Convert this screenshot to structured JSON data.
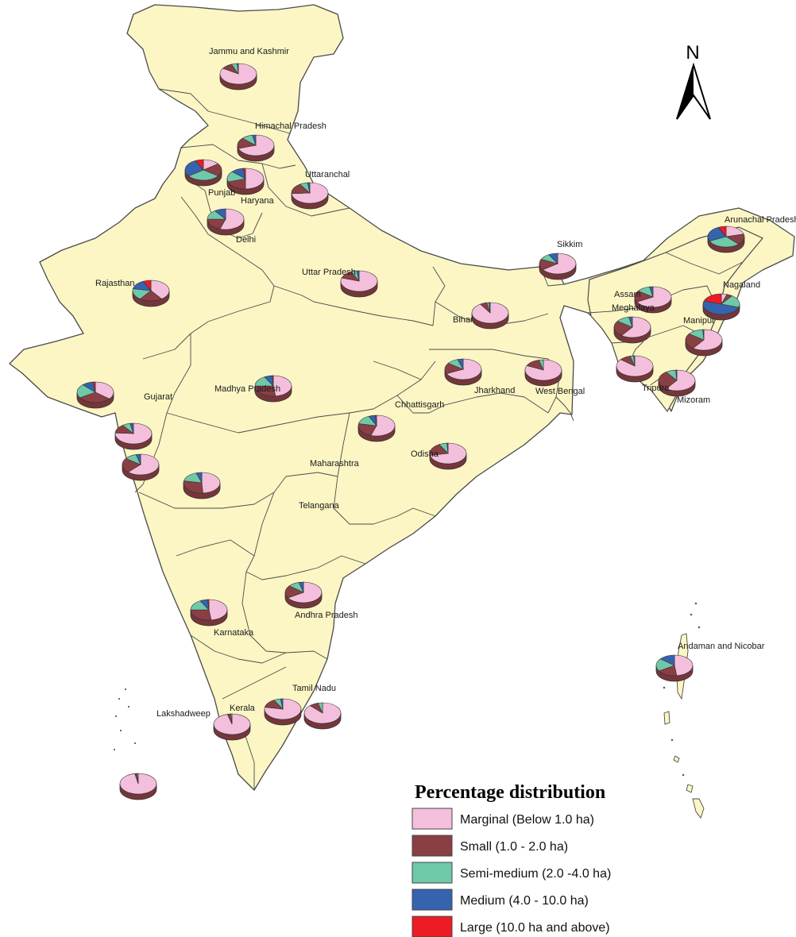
{
  "north_label": "N",
  "colors": {
    "land": "#fbf6c4",
    "border": "#4a4a4a",
    "marginal": "#f4bfdc",
    "small": "#8a3f44",
    "semi_medium": "#6fc9a9",
    "medium": "#3563ad",
    "large": "#ec1c24"
  },
  "legend": {
    "title": "Percentage distribution",
    "items": [
      {
        "key": "marginal",
        "label": "Marginal (Below 1.0 ha)",
        "color": "#f4bfdc"
      },
      {
        "key": "small",
        "label": "Small (1.0 - 2.0 ha)",
        "color": "#8a3f44"
      },
      {
        "key": "semi_medium",
        "label": "Semi-medium (2.0 -4.0 ha)",
        "color": "#6fc9a9"
      },
      {
        "key": "medium",
        "label": "Medium (4.0 - 10.0 ha)",
        "color": "#3563ad"
      },
      {
        "key": "large",
        "label": "Large (10.0 ha and above)",
        "color": "#ec1c24"
      }
    ]
  },
  "states": [
    {
      "id": "jk",
      "label": "Jammu and Kashmir",
      "shares": [
        0.84,
        0.1,
        0.05,
        0.01,
        0.0
      ]
    },
    {
      "id": "hp",
      "label": "Himachal Pradesh",
      "shares": [
        0.7,
        0.17,
        0.1,
        0.03,
        0.0
      ]
    },
    {
      "id": "pb",
      "label": "Punjab",
      "shares": [
        0.15,
        0.2,
        0.3,
        0.28,
        0.07
      ]
    },
    {
      "id": "hr",
      "label": "Haryana",
      "shares": [
        0.5,
        0.2,
        0.17,
        0.11,
        0.02
      ]
    },
    {
      "id": "uk",
      "label": "Uttaranchal",
      "shares": [
        0.74,
        0.17,
        0.07,
        0.02,
        0.0
      ]
    },
    {
      "id": "dl",
      "label": "Delhi",
      "shares": [
        0.55,
        0.2,
        0.15,
        0.1,
        0.0
      ]
    },
    {
      "id": "rj",
      "label": "Rajasthan",
      "shares": [
        0.4,
        0.2,
        0.18,
        0.15,
        0.07
      ]
    },
    {
      "id": "up",
      "label": "Uttar Pradesh",
      "shares": [
        0.8,
        0.13,
        0.05,
        0.02,
        0.0
      ]
    },
    {
      "id": "br",
      "label": "Bihar",
      "shares": [
        0.91,
        0.06,
        0.02,
        0.01,
        0.0
      ]
    },
    {
      "id": "sk",
      "label": "Sikkim",
      "shares": [
        0.65,
        0.17,
        0.1,
        0.08,
        0.0
      ]
    },
    {
      "id": "ar",
      "label": "Arunachal Pradesh",
      "shares": [
        0.21,
        0.17,
        0.3,
        0.25,
        0.07
      ]
    },
    {
      "id": "nl",
      "label": "Nagaland",
      "shares": [
        0.05,
        0.05,
        0.2,
        0.5,
        0.2
      ]
    },
    {
      "id": "as",
      "label": "Assam",
      "shares": [
        0.67,
        0.18,
        0.12,
        0.03,
        0.0
      ]
    },
    {
      "id": "ml",
      "label": "Meghalaya",
      "shares": [
        0.6,
        0.25,
        0.12,
        0.03,
        0.0
      ]
    },
    {
      "id": "mn",
      "label": "Manipur",
      "shares": [
        0.6,
        0.25,
        0.14,
        0.01,
        0.0
      ]
    },
    {
      "id": "tr",
      "label": "Tripura",
      "shares": [
        0.86,
        0.1,
        0.03,
        0.01,
        0.0
      ]
    },
    {
      "id": "mz",
      "label": "Mizoram",
      "shares": [
        0.6,
        0.3,
        0.09,
        0.01,
        0.0
      ]
    },
    {
      "id": "jh",
      "label": "Jharkhand",
      "shares": [
        0.68,
        0.17,
        0.1,
        0.05,
        0.0
      ]
    },
    {
      "id": "wb",
      "label": "West Bengal",
      "shares": [
        0.82,
        0.14,
        0.04,
        0.0,
        0.0
      ]
    },
    {
      "id": "gj",
      "label": "Gujarat",
      "shares": [
        0.36,
        0.3,
        0.22,
        0.1,
        0.02
      ]
    },
    {
      "id": "mp",
      "label": "Madhya Pradesh",
      "shares": [
        0.48,
        0.27,
        0.17,
        0.07,
        0.01
      ]
    },
    {
      "id": "cg",
      "label": "Chhattisgarh",
      "shares": [
        0.55,
        0.23,
        0.15,
        0.06,
        0.01
      ]
    },
    {
      "id": "od",
      "label": "Odisha",
      "shares": [
        0.72,
        0.2,
        0.07,
        0.01,
        0.0
      ]
    },
    {
      "id": "mh",
      "label": "Maharashtra",
      "shares": [
        0.49,
        0.29,
        0.17,
        0.05,
        0.0
      ]
    },
    {
      "id": "tg",
      "label": "Telangana",
      "shares": [
        0.62,
        0.23,
        0.11,
        0.04,
        0.0
      ]
    },
    {
      "id": "goa",
      "label": "",
      "shares": [
        0.76,
        0.14,
        0.07,
        0.03,
        0.0
      ]
    },
    {
      "id": "ka",
      "label": "Karnataka",
      "shares": [
        0.48,
        0.27,
        0.17,
        0.07,
        0.01
      ]
    },
    {
      "id": "ap",
      "label": "Andhra Pradesh",
      "shares": [
        0.66,
        0.2,
        0.1,
        0.04,
        0.0
      ]
    },
    {
      "id": "kl",
      "label": "Kerala",
      "shares": [
        0.96,
        0.03,
        0.01,
        0.0,
        0.0
      ]
    },
    {
      "id": "tn",
      "label": "Tamil Nadu",
      "shares": [
        0.78,
        0.14,
        0.06,
        0.02,
        0.0
      ]
    },
    {
      "id": "py",
      "label": "",
      "shares": [
        0.88,
        0.08,
        0.04,
        0.0,
        0.0
      ]
    },
    {
      "id": "ld",
      "label": "Lakshadweep",
      "shares": [
        0.97,
        0.02,
        0.01,
        0.0,
        0.0
      ]
    },
    {
      "id": "an",
      "label": "Andaman and Nicobar",
      "shares": [
        0.48,
        0.18,
        0.2,
        0.14,
        0.0
      ]
    }
  ]
}
